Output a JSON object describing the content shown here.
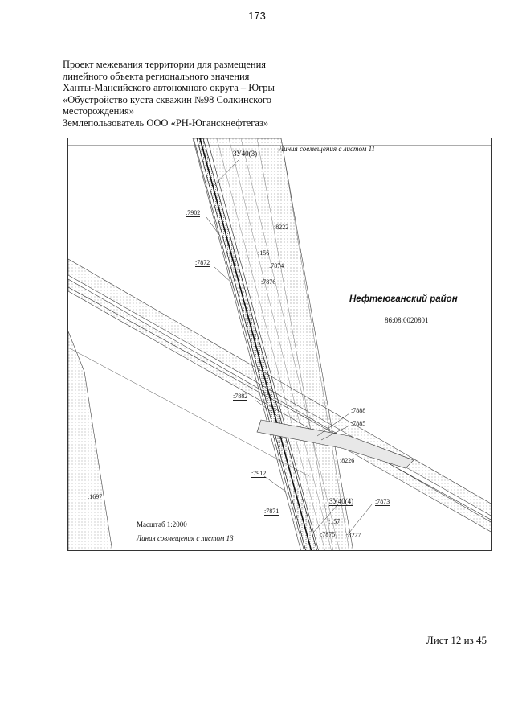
{
  "page_number": "173",
  "header_lines": [
    "Проект межевания территории для размещения",
    "линейного объекта регионального значения",
    "Ханты-Мансийского автономного округа – Югры",
    "«Обустройство куста скважин №98 Солкинского",
    "месторождения»",
    "Землепользователь ООО «РН-Юганскнефтегаз»"
  ],
  "map": {
    "alignment_top": "Линия совмещения с листом 11",
    "alignment_bottom": "Линия совмещения с листом 13",
    "scale": "Масштаб 1:2000",
    "region_name": "Нефтеюганский район",
    "cadastral_quarter": "86:08:0020801",
    "land_plots": [
      "ЗУ40(3)",
      "ЗУ40(4)"
    ],
    "parcel_labels": [
      ":7902",
      ":8222",
      ":7872",
      ":156",
      ":7874",
      ":7876",
      ":7882",
      ":7888",
      ":7885",
      ":8226",
      ":7912",
      ":1697",
      ":7871",
      ":157",
      ":7873",
      ":7875",
      ":8227"
    ],
    "colors": {
      "line": "#222222",
      "road_fill": "#dcdcdc",
      "dots": "#777777"
    }
  },
  "sheet_label": "Лист 12 из 45"
}
